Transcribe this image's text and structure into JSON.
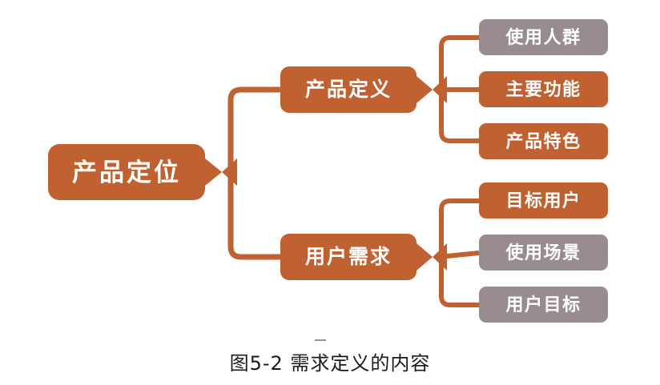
{
  "figure": {
    "caption": "图5-2 需求定义的内容",
    "colors": {
      "orange": "#bf6130",
      "gray": "#998c8e",
      "connector": "#bf6130",
      "background": "#ffffff",
      "label_text": "#ffffff",
      "caption_text": "#1a1a1a"
    }
  },
  "nodes": {
    "root": {
      "label": "产品定位",
      "color": "orange"
    },
    "level2": [
      {
        "label": "产品定义",
        "color": "orange"
      },
      {
        "label": "用户需求",
        "color": "orange"
      }
    ],
    "level3": {
      "product_definition": [
        {
          "label": "使用人群",
          "color": "gray"
        },
        {
          "label": "主要功能",
          "color": "orange"
        },
        {
          "label": "产品特色",
          "color": "orange"
        }
      ],
      "user_requirements": [
        {
          "label": "目标用户",
          "color": "orange"
        },
        {
          "label": "使用场景",
          "color": "gray"
        },
        {
          "label": "用户目标",
          "color": "gray"
        }
      ]
    }
  }
}
